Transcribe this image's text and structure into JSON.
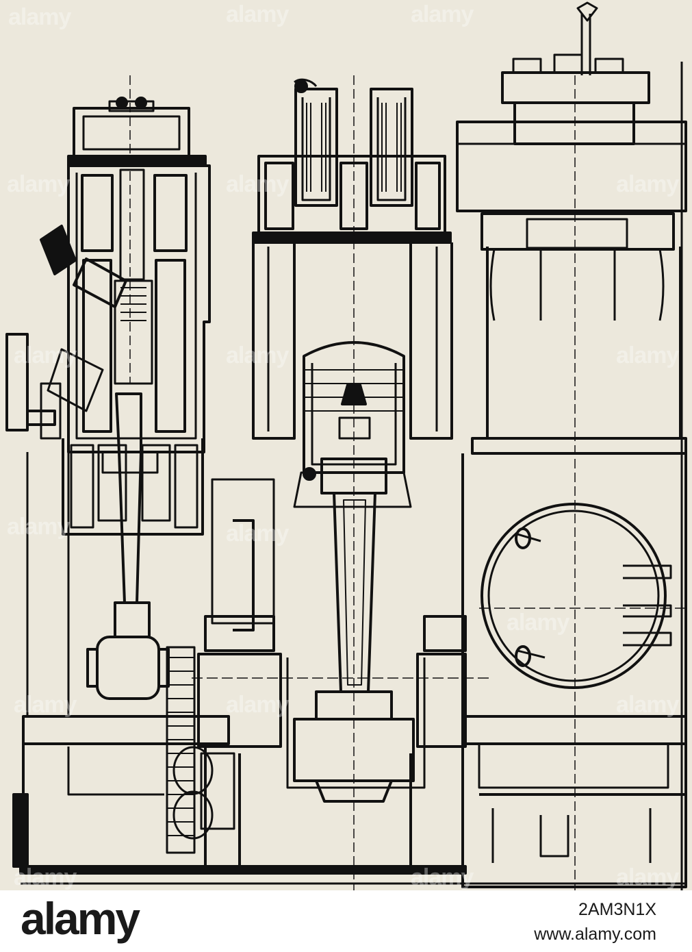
{
  "watermark": {
    "text": "alamy",
    "color": "#ffffff"
  },
  "footer": {
    "logo_text": "alamy",
    "image_id": "2AM3N1X",
    "url": "www.alamy.com"
  },
  "colors": {
    "paper": "#ece8dc",
    "ink": "#111111",
    "footer_bg": "#ffffff"
  }
}
